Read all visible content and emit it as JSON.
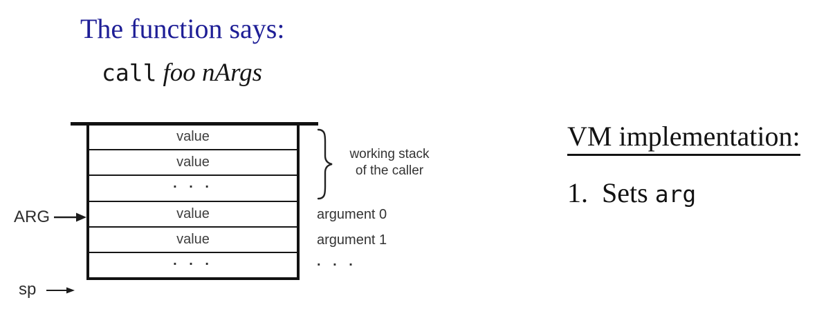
{
  "slide": {
    "title": "The function says:",
    "instruction": {
      "keyword": "call",
      "operands": "foo nArgs"
    }
  },
  "stack_diagram": {
    "rows": [
      "value",
      "value",
      ". . .",
      "value",
      "value",
      ". . ."
    ],
    "arg_pointer_label": "ARG",
    "sp_pointer_label": "sp",
    "brace_annotation": {
      "line1": "working stack",
      "line2": "of the caller"
    },
    "row_annotations": [
      "argument 0",
      "argument 1",
      ". . ."
    ]
  },
  "vm_panel": {
    "heading": "VM implementation:",
    "steps": [
      {
        "number": "1.",
        "text": "Sets",
        "code": "arg"
      }
    ]
  },
  "colors": {
    "title_blue": "#1e1e96",
    "ink": "#121212",
    "diagram_text": "#3d3d3d"
  }
}
